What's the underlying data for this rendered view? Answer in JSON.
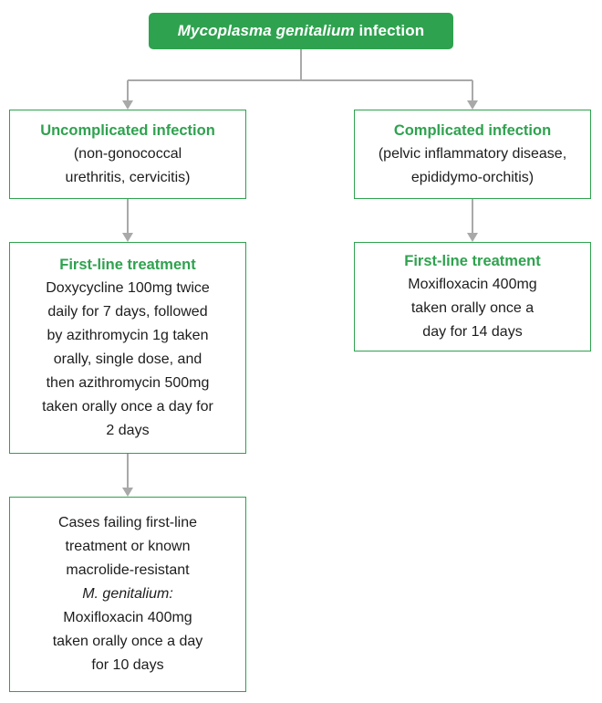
{
  "colors": {
    "green": "#2fa24f",
    "arrow": "#a9a9a9",
    "text": "#1d1d1d",
    "background": "#ffffff"
  },
  "root": {
    "species": "Mycoplasma genitalium",
    "suffix": " infection"
  },
  "left_branch": {
    "header": {
      "title": "Uncomplicated infection",
      "subtitle": "(non-gonococcal urethritis, cervicitis)"
    },
    "treatment": {
      "title": "First-line treatment",
      "body": "Doxycycline 100mg twice daily for 7 days, followed by azithromycin 1g taken orally, single dose, and then azithromycin 500mg taken orally once a day for 2 days"
    },
    "failure": {
      "text_before": "Cases failing first-line treatment or known macrolide-resistant ",
      "species": "M. genitalium:",
      "text_after": " Moxifloxacin 400mg taken orally once a day for 10 days"
    }
  },
  "right_branch": {
    "header": {
      "title": "Complicated infection",
      "subtitle": "(pelvic inflammatory disease, epididymo-orchitis)"
    },
    "treatment": {
      "title": "First-line treatment",
      "body": "Moxifloxacin 400mg taken orally once a day for 14 days"
    }
  }
}
